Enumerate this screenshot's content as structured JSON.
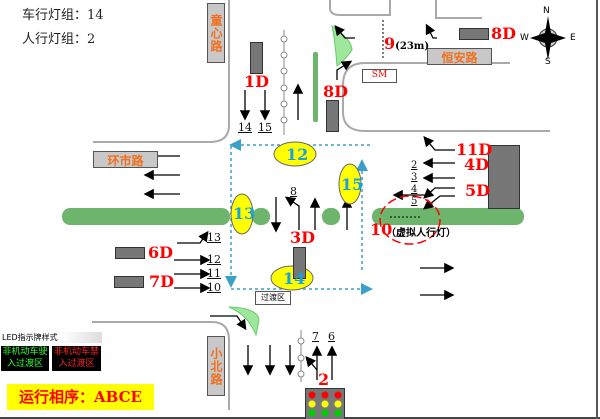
{
  "info": {
    "vehicle_groups": "车行灯组：14",
    "ped_groups": "人行灯组：2"
  },
  "roads": {
    "north": "童心路",
    "east": "恒安路",
    "west": "环市路",
    "south": "小北路"
  },
  "sm": "SM",
  "transition": "过渡区",
  "signals": {
    "s1": "1D",
    "s8a": "8D",
    "s8b": "8D",
    "s11": "11D",
    "s4": "4D",
    "s5": "5D",
    "s6": "6D",
    "s7": "7D",
    "s3": "3D",
    "p2": "2",
    "p10": "10"
  },
  "distance": {
    "num": "9",
    "text": "(23m)"
  },
  "virtual_ped": "（虚拟人行灯）",
  "lanes": {
    "l14": "14",
    "l15": "15",
    "l8": "8",
    "l13": "13",
    "l12": "12",
    "l11": "11",
    "l10": "10",
    "l7": "7",
    "l6": "6",
    "l2": "2",
    "l3": "3",
    "l4": "4",
    "l5": "5"
  },
  "zones": {
    "z12": "12",
    "z13": "13",
    "z14": "14",
    "z15": "15"
  },
  "compass": {
    "n": "N",
    "s": "S",
    "w": "W",
    "e": "E"
  },
  "led": {
    "title": "LED指示牌样式",
    "allow": "非机动车驶入过渡区",
    "forbid": "非机动车禁入过渡区"
  },
  "phase": "运行相序：ABCE",
  "colors": {
    "accent_red": "#ff0000",
    "zone_yellow": "#ffff00",
    "zone_text": "#1aa0e0",
    "median": "#6db56d"
  }
}
